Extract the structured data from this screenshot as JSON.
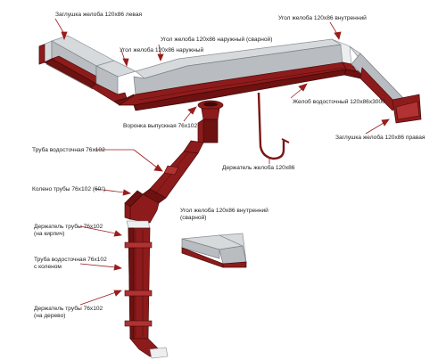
{
  "labels": {
    "end_cap_left": "Заглушка желоба 120x86 левая",
    "corner_outer_welded": "Угол желоба 120x86 наружный (сварной)",
    "corner_inner_top": "Угол желоба 120x86 внутренний",
    "corner_outer": "Угол желоба 120x86 наружный",
    "gutter": "Желоб водосточный 120x86x3000",
    "funnel": "Воронка выпускная 76x102",
    "end_cap_right": "Заглушка желоба 120x86 правая",
    "gutter_holder": "Держатель желоба 120x86",
    "pipe": "Труба водосточная 76x102",
    "elbow": "Колено трубы 76x102 (60°)",
    "corner_inner_welded_line1": "Угол желоба 120x86 внутренний",
    "corner_inner_welded_line2": "(сварной)",
    "holder_brick_line1": "Держатель трубы 76x102",
    "holder_brick_line2": "(на кирпич)",
    "pipe_bend_line1": "Труба водосточная 76x102",
    "pipe_bend_line2": "с коленом",
    "holder_wood_line1": "Держатель трубы 76x102",
    "holder_wood_line2": "(на дерево)"
  },
  "colors": {
    "metal_maroon": "#8e1b1b",
    "metal_silver": "#d7dadd",
    "leader_line": "#9a1d1d",
    "text": "#222222"
  }
}
